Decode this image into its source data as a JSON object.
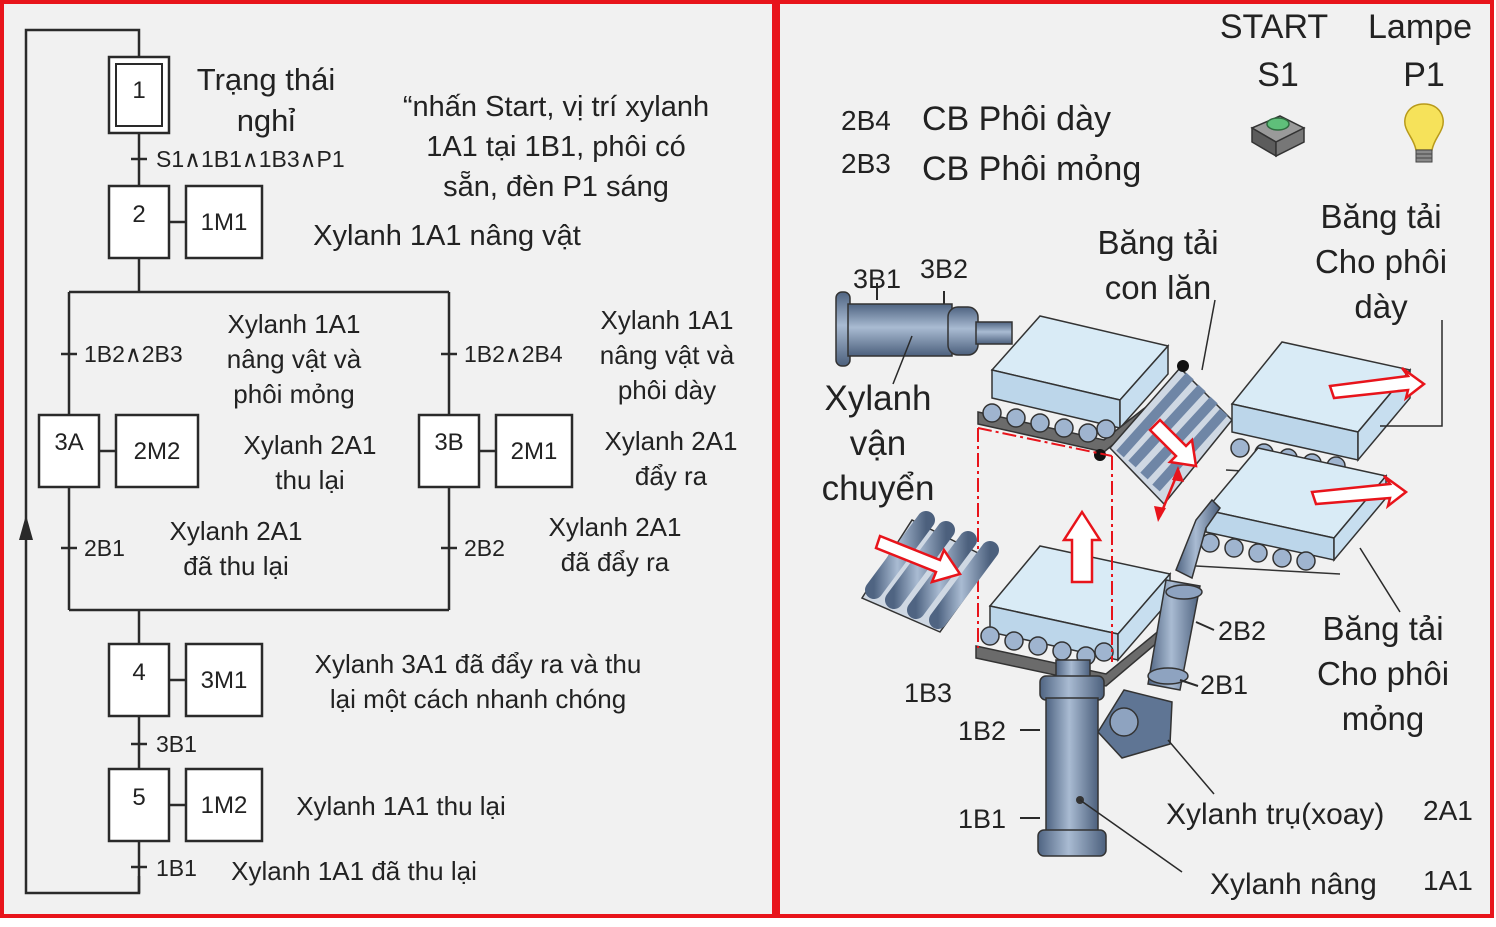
{
  "grafcet": {
    "step1": "1",
    "step2": "2",
    "step3a": "3A",
    "step3b": "3B",
    "step4": "4",
    "step5": "5",
    "act2": "1M1",
    "act3a": "2M2",
    "act3b": "2M1",
    "act4": "3M1",
    "act5": "1M2",
    "t1": "S1∧1B1∧1B3∧P1",
    "t3a": "1B2∧2B3",
    "t3b": "1B2∧2B4",
    "t4a": "2B1",
    "t4b": "2B2",
    "t5": "3B1",
    "t6": "1B1"
  },
  "notes": {
    "step1_l1": "Trạng thái",
    "step1_l2": "nghỉ",
    "start_l1": "“nhấn Start, vị trí xylanh",
    "start_l2": "1A1 tại 1B1, phôi có",
    "start_l3": "sẵn, đèn P1 sáng",
    "step2": "Xylanh 1A1 nâng vật",
    "t3a_l1": "Xylanh 1A1",
    "t3a_l2": "nâng vật và",
    "t3a_l3": "phôi mỏng",
    "t3b_l1": "Xylanh 1A1",
    "t3b_l2": "nâng vật và",
    "t3b_l3": "phôi dày",
    "s3a_l1": "Xylanh 2A1",
    "s3a_l2": "thu lại",
    "s3b_l1": "Xylanh 2A1",
    "s3b_l2": "đẩy ra",
    "t4a_l1": "Xylanh 2A1",
    "t4a_l2": "đã thu lại",
    "t4b_l1": "Xylanh 2A1",
    "t4b_l2": "đã đẩy ra",
    "step4_l1": "Xylanh 3A1 đã đẩy ra và thu",
    "step4_l2": "lại một cách nhanh chóng",
    "step5": "Xylanh 1A1 thu lại",
    "t6": "Xylanh 1A1 đã thu lại"
  },
  "machine": {
    "start_l1": "START",
    "start_l2": "S1",
    "lamp_l1": "Lampe",
    "lamp_l2": "P1",
    "s2b4_code": "2B4",
    "s2b4_text": "CB Phôi dày",
    "s2b3_code": "2B3",
    "s2b3_text": "CB Phôi mỏng",
    "s3b1": "3B1",
    "s3b2": "3B2",
    "roller_l1": "Băng tải",
    "roller_l2": "con lăn",
    "thick_l1": "Băng tải",
    "thick_l2": "Cho phôi",
    "thick_l3": "dày",
    "transport_l1": "Xylanh",
    "transport_l2": "vận",
    "transport_l3": "chuyển",
    "s2b2": "2B2",
    "s2b1": "2B1",
    "s1b3": "1B3",
    "s1b2": "1B2",
    "s1b1": "1B1",
    "thin_l1": "Băng tải",
    "thin_l2": "Cho phôi",
    "thin_l3": "mỏng",
    "rotary_name": "Xylanh  trụ(xoay)",
    "rotary_code": "2A1",
    "lift_name": "Xylanh  nâng",
    "lift_code": "1A1"
  },
  "colors": {
    "frame": "#e8141b",
    "panel": "#f1f1f1",
    "line": "#2a2a2a",
    "arrow_red": "#e8141b",
    "cylinder": "#6f86a6",
    "plate": "#d9ebf6",
    "lamp": "#f6e25a"
  }
}
